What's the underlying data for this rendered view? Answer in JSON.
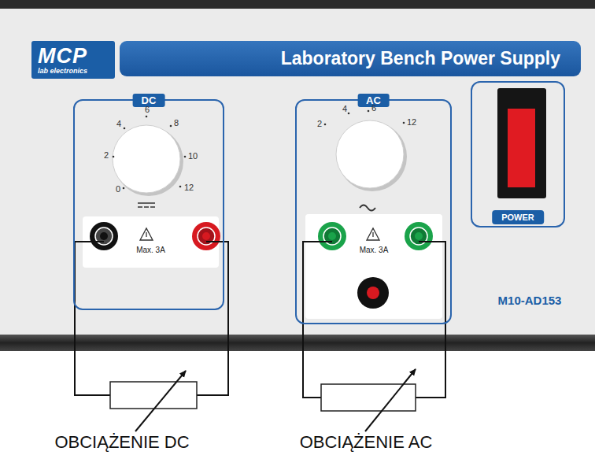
{
  "diagram": {
    "nodes": [
      {
        "text": [
          "MCP",
          "lab electronics"
        ]
      },
      {
        "text": [
          "Laboratory Bench Power Supply"
        ]
      },
      {
        "text": [
          "DC"
        ]
      },
      {
        "text": [
          "Max. 3A"
        ],
        "in": 2
      },
      {
        "text": [
          "AC"
        ]
      },
      {
        "text": [
          "Max. 3A"
        ],
        "in": 4
      },
      {
        "text": [
          "POWER"
        ]
      }
    ],
    "labels": [
      "6",
      "4",
      "8",
      "2",
      "10",
      "0",
      "12",
      "2",
      "4",
      "6",
      "12",
      "M10-AD153",
      "OBCIĄŻENIE DC",
      "OBCIĄŻENIE AC"
    ]
  }
}
